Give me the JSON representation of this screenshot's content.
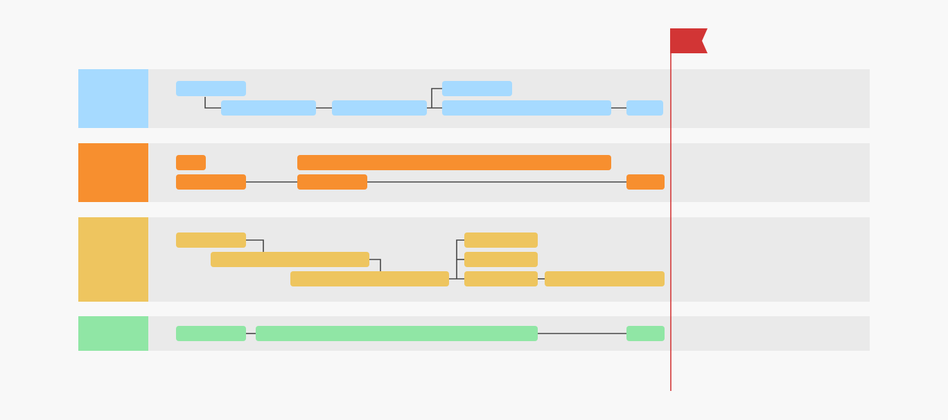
{
  "colors": {
    "page_bg": "#f8f8f8",
    "lane_bg": "#eaeaea",
    "connector": "#444444",
    "milestone": "#d23535"
  },
  "milestone": {
    "icon": "flag-icon"
  },
  "lanes": [
    {
      "id": "lane-1",
      "color": "#a6daff",
      "task_count": 6
    },
    {
      "id": "lane-2",
      "color": "#f78f2f",
      "task_count": 5
    },
    {
      "id": "lane-3",
      "color": "#eec55f",
      "task_count": 7
    },
    {
      "id": "lane-4",
      "color": "#90e6a5",
      "task_count": 3
    }
  ]
}
